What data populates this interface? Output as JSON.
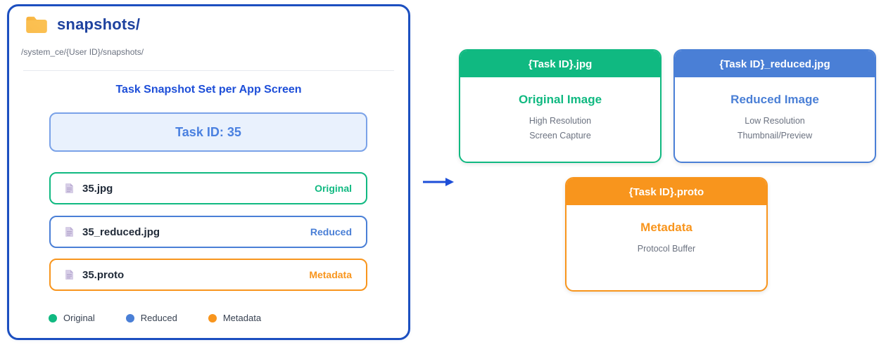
{
  "panel": {
    "folder_name": "snapshots/",
    "path": "/system_ce/{User ID}/snapshots/",
    "title": "Task Snapshot Set per App Screen",
    "task_id_label": "Task ID: 35",
    "files": [
      {
        "name": "35.jpg",
        "tag": "Original"
      },
      {
        "name": "35_reduced.jpg",
        "tag": "Reduced"
      },
      {
        "name": "35.proto",
        "tag": "Metadata"
      }
    ],
    "legend": [
      {
        "label": "Original",
        "color": "#10b981"
      },
      {
        "label": "Reduced",
        "color": "#4a7fd6"
      },
      {
        "label": "Metadata",
        "color": "#f8951d"
      }
    ]
  },
  "cards": [
    {
      "header": "{Task ID}.jpg",
      "title": "Original Image",
      "lines": [
        "High Resolution",
        "Screen Capture"
      ]
    },
    {
      "header": "{Task ID}_reduced.jpg",
      "title": "Reduced Image",
      "lines": [
        "Low Resolution",
        "Thumbnail/Preview"
      ]
    },
    {
      "header": "{Task ID}.proto",
      "title": "Metadata",
      "lines": [
        "Protocol Buffer"
      ]
    }
  ],
  "icons": {
    "folder": "folder-icon",
    "file": "document-icon",
    "arrow": "flow-arrow-icon"
  },
  "palette": {
    "panel_border": "#1c4fc0",
    "accent_blue": "#1d4ed8",
    "folder_name_blue": "#1e429f",
    "task_box_bg": "#e9f1fd",
    "task_box_border": "#7aa2e8",
    "task_text_blue": "#4a80e0",
    "original_green": "#10b981",
    "reduced_blue": "#4a7fd6",
    "metadata_orange": "#f8951d",
    "muted_text": "#6b7280",
    "dark_text": "#1f2937"
  }
}
